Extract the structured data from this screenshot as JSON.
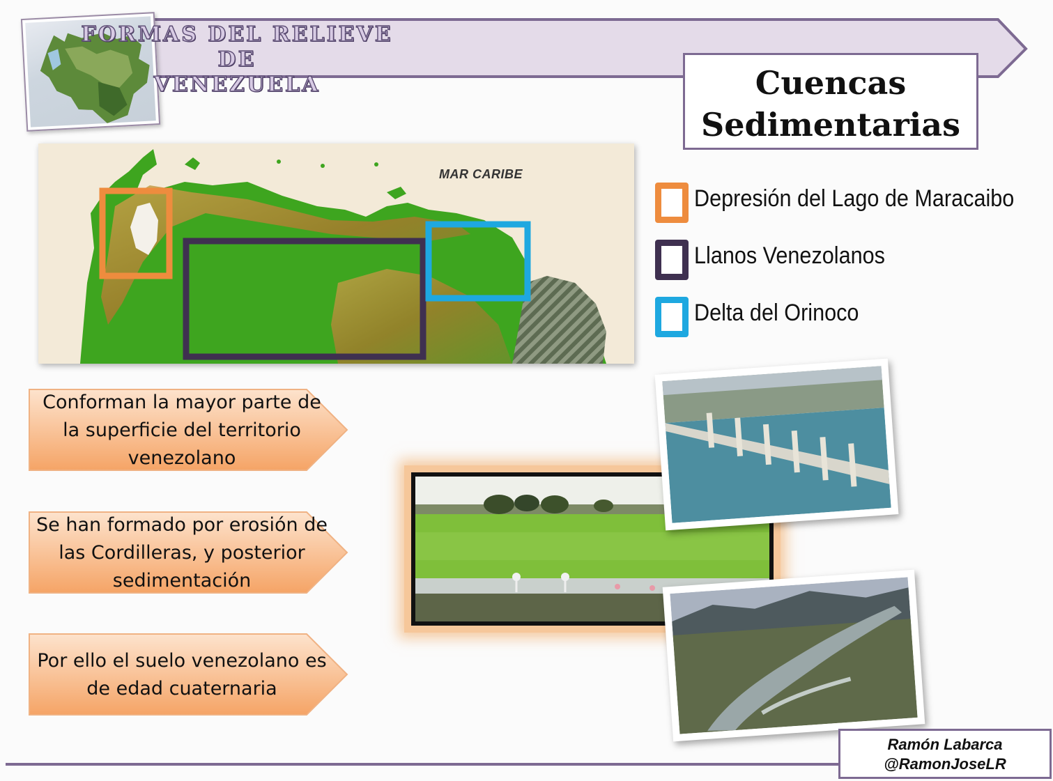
{
  "header": {
    "banner_title_line1": "FORMAS DEL RELIEVE DE",
    "banner_title_line2": "VENEZUELA",
    "banner_color": "#e4dbe9",
    "banner_border": "#7d6a92"
  },
  "title": {
    "line1": "Cuencas",
    "line2": "Sedimentarias"
  },
  "map": {
    "sea_label": "MAR CARIBE"
  },
  "legend": [
    {
      "label": "Depresión del Lago de Maracaibo",
      "color": "#ee8c3e"
    },
    {
      "label": "Llanos Venezolanos",
      "color": "#3f3050"
    },
    {
      "label": "Delta del Orinoco",
      "color": "#1ea8e0"
    }
  ],
  "facts": [
    {
      "text": "Conforman la mayor parte de la superficie del territorio venezolano"
    },
    {
      "text": "Se han formado por erosión de las Cordilleras, y posterior sedimentación"
    },
    {
      "text": "Por ello el suelo venezolano es de edad cuaternaria"
    }
  ],
  "credit": {
    "name": "Ramón Labarca",
    "handle": "@RamonJoseLR"
  }
}
